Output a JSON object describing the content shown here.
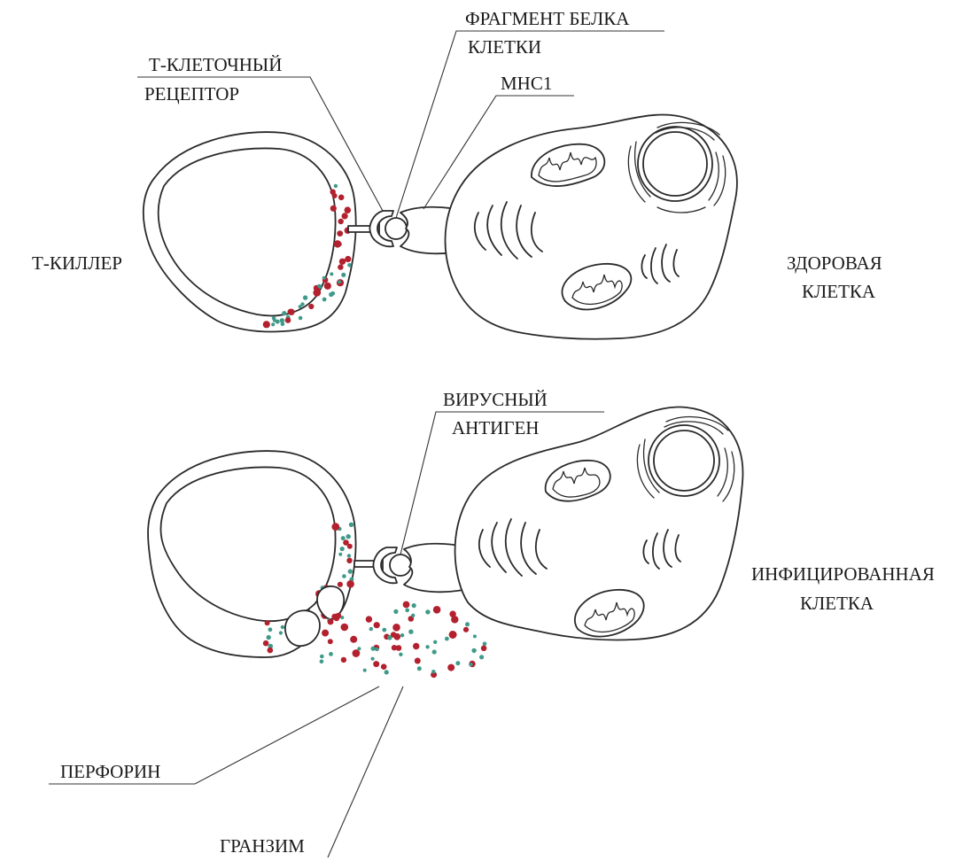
{
  "labels": {
    "t_killer": "Т-КИЛЛЕР",
    "t_cell_receptor_1": "Т-КЛЕТОЧНЫЙ",
    "t_cell_receptor_2": "РЕЦЕПТОР",
    "protein_fragment_1": "ФРАГМЕНТ БЕЛКА",
    "protein_fragment_2": "КЛЕТКИ",
    "mhc1": "МНС1",
    "healthy_cell_1": "ЗДОРОВАЯ",
    "healthy_cell_2": "КЛЕТКА",
    "viral_antigen_1": "ВИРУСНЫЙ",
    "viral_antigen_2": "АНТИГЕН",
    "infected_cell_1": "ИНФИЦИРОВАННАЯ",
    "infected_cell_2": "КЛЕТКА",
    "perforin": "ПЕРФОРИН",
    "granzyme": "ГРАНЗИМ"
  },
  "colors": {
    "outline": "#2a2a2a",
    "perforin_red": "#b3202e",
    "granzyme_green": "#3f9a8a"
  }
}
